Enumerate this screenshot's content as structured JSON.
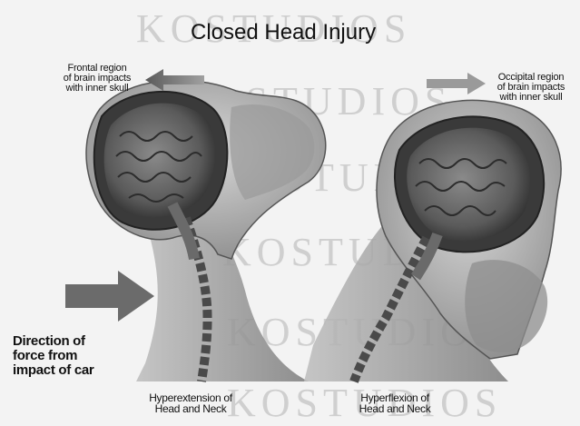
{
  "watermark": "KOSTUDIOS",
  "title": "Closed Head Injury",
  "labels": {
    "frontal": [
      "Frontal region",
      "of brain impacts",
      "with inner skull"
    ],
    "occipital": [
      "Occipital region",
      "of brain impacts",
      "with inner skull"
    ],
    "direction": [
      "Direction of",
      "force from",
      "impact of car"
    ],
    "hyperextension": [
      "Hyperextension of",
      "Head and Neck"
    ],
    "hyperflexion": [
      "Hyperflexion of",
      "Head and Neck"
    ]
  }
}
